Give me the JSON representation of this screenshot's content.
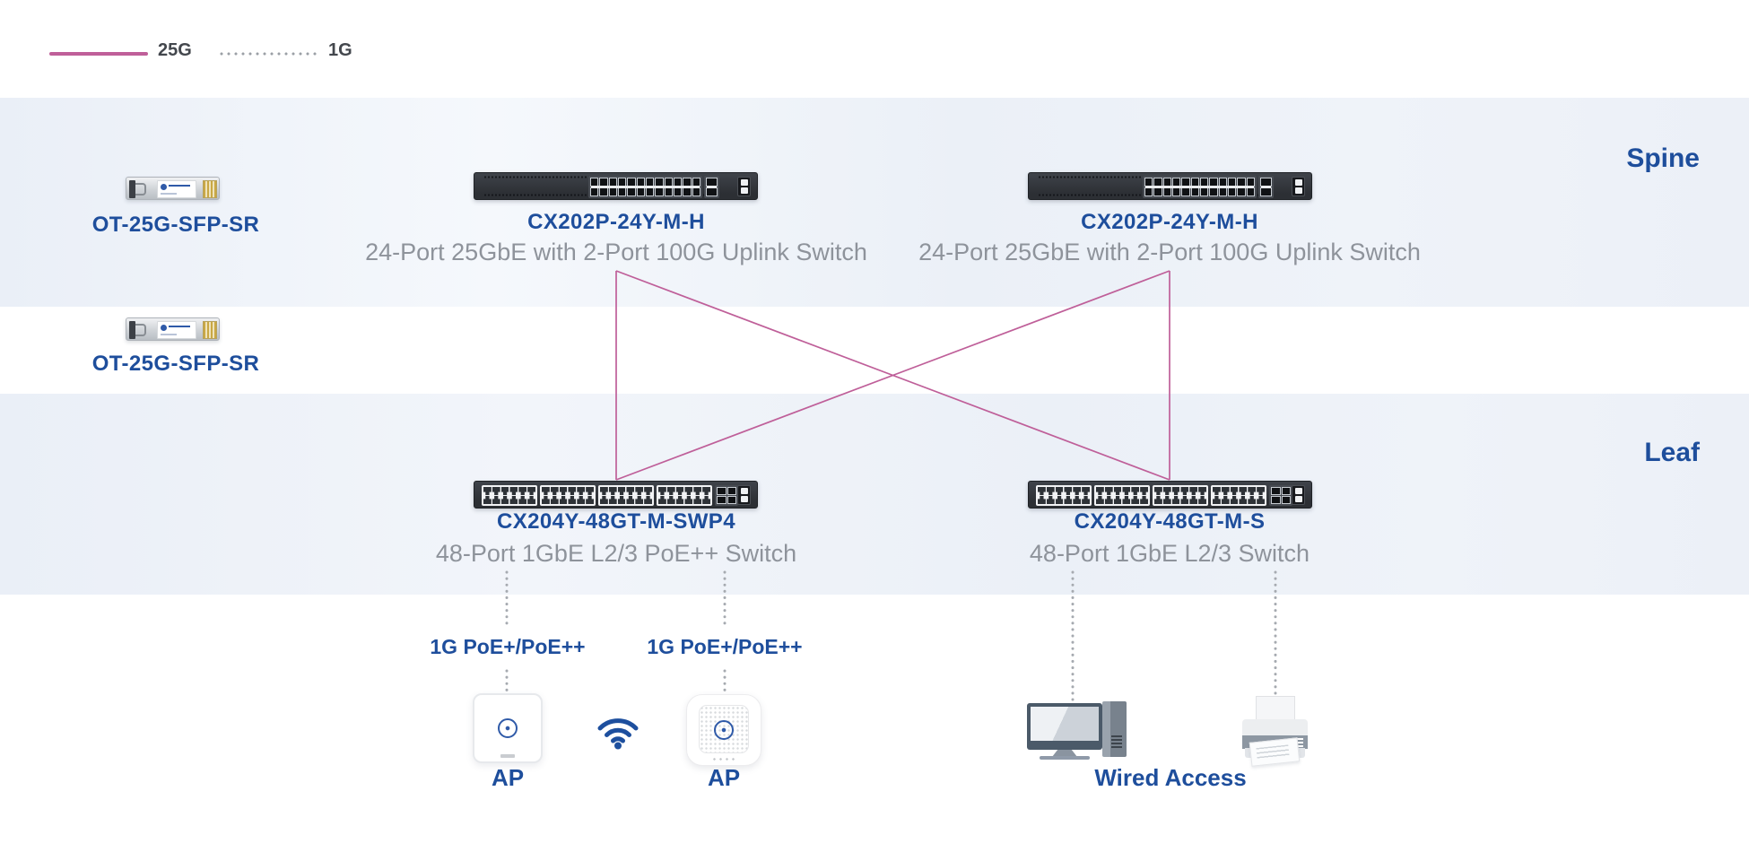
{
  "legend": {
    "links": [
      {
        "label": "25G",
        "style": "solid"
      },
      {
        "label": "1G",
        "style": "dotted"
      }
    ]
  },
  "layers": {
    "spine": "Spine",
    "leaf": "Leaf"
  },
  "devices": {
    "transceivers": [
      {
        "model": "OT-25G-SFP-SR"
      },
      {
        "model": "OT-25G-SFP-SR"
      }
    ],
    "spine_switches": [
      {
        "model": "CX202P-24Y-M-H",
        "description": "24-Port 25GbE with 2-Port 100G Uplink Switch"
      },
      {
        "model": "CX202P-24Y-M-H",
        "description": "24-Port 25GbE with 2-Port 100G Uplink Switch"
      }
    ],
    "leaf_switches": [
      {
        "model": "CX204Y-48GT-M-SWP4",
        "description": "48-Port 1GbE L2/3 PoE++ Switch"
      },
      {
        "model": "CX204Y-48GT-M-S",
        "description": "48-Port 1GbE L2/3 Switch"
      }
    ],
    "endpoints": {
      "ap_links": [
        {
          "label": "1G PoE+/PoE++"
        },
        {
          "label": "1G PoE+/PoE++"
        }
      ],
      "aps": [
        {
          "label": "AP"
        },
        {
          "label": "AP"
        }
      ],
      "wired": {
        "label": "Wired Access"
      }
    }
  },
  "icons": {
    "wireless": "wifi-icon",
    "access_point": "ap-icon",
    "desktop": "desktop-computer-icon",
    "printer": "printer-icon",
    "transceiver": "sfp-transceiver-icon",
    "rack_switch": "rack-switch-icon"
  },
  "colors": {
    "link_25g": "#bf5f99",
    "link_1g": "#a6aab0",
    "navy_text": "#1e4e9c",
    "subtitle_gray": "#8e939b",
    "layer_band": "#edf1f8"
  }
}
